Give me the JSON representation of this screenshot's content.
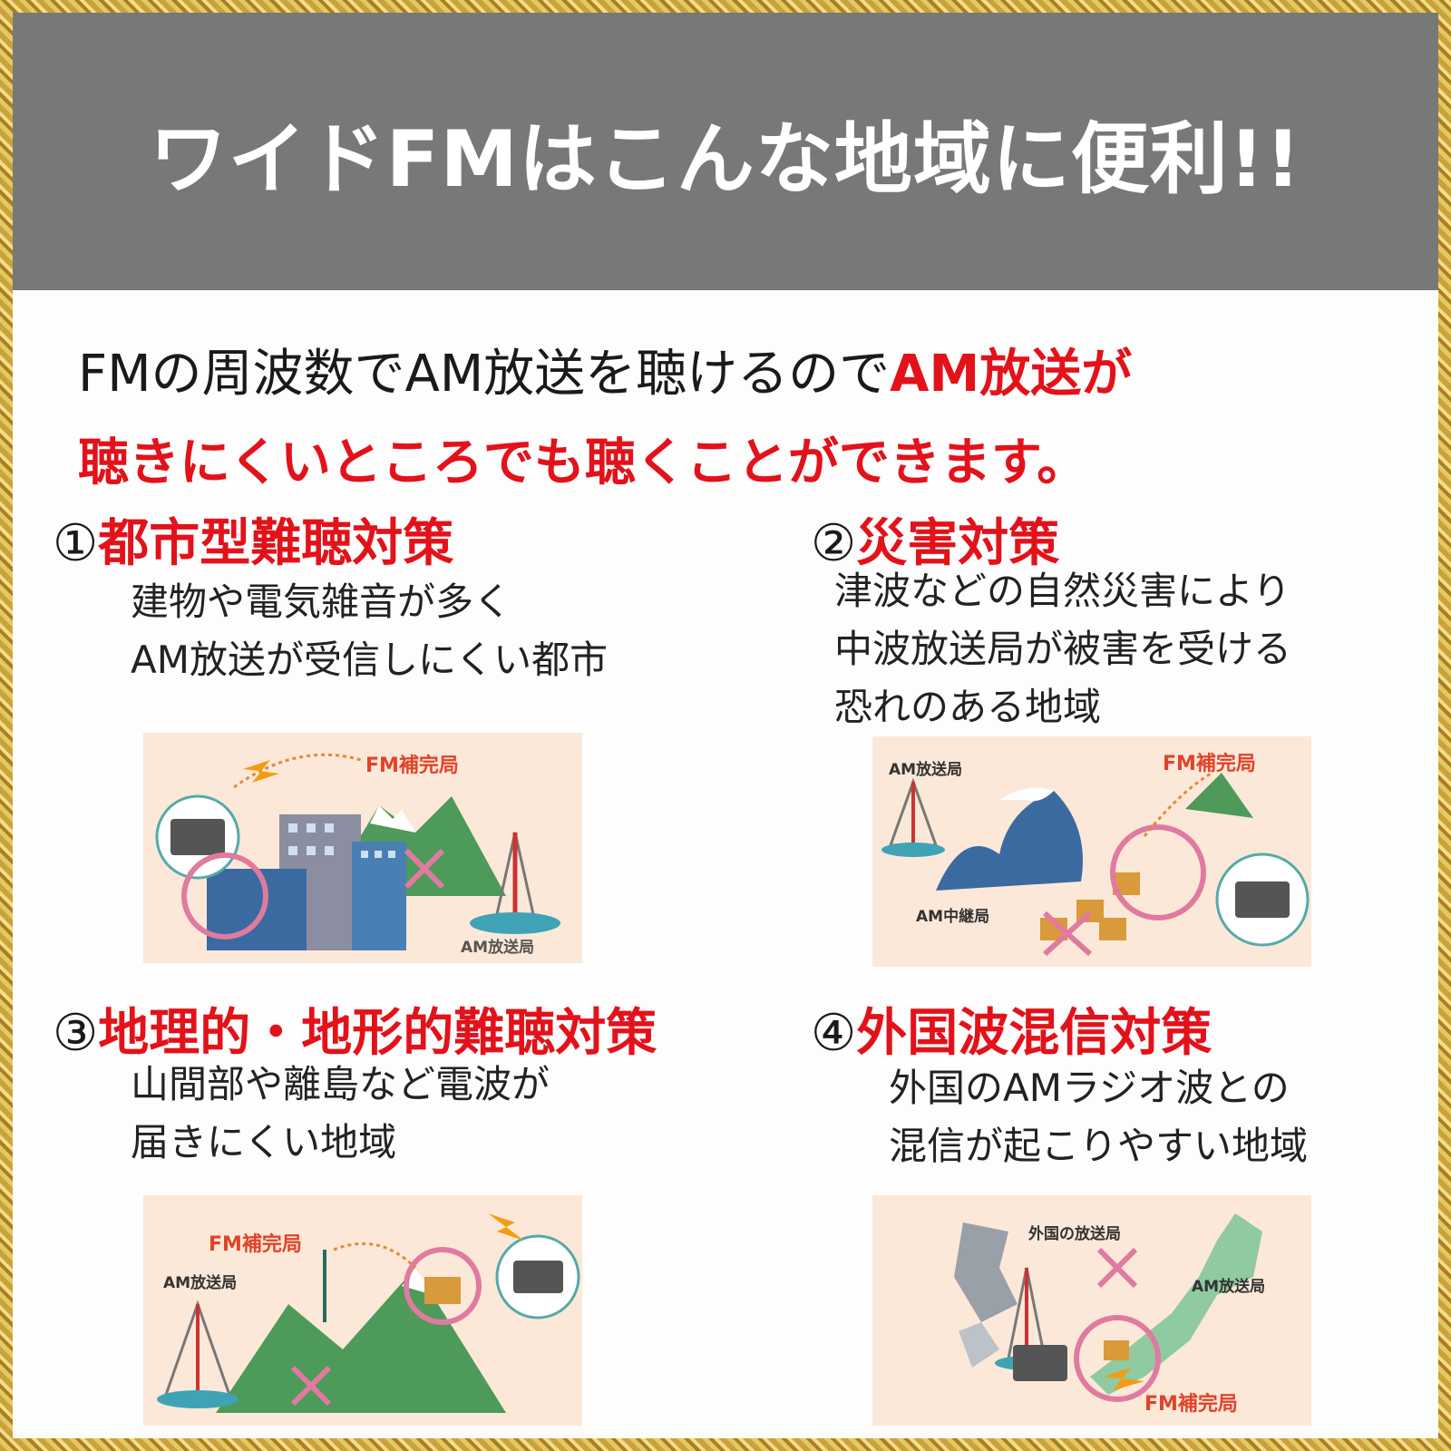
{
  "banner": {
    "title": "ワイドFMはこんな地域に便利!!"
  },
  "intro": {
    "part1": "FMの周波数でAM放送を聴けるので",
    "part2_red": "AM放送が",
    "line2_red": "聴きにくいところでも聴くことができます。"
  },
  "sections": [
    {
      "number": "①",
      "title": "都市型難聴対策",
      "lines": [
        "建物や電気雑音が多く",
        "AM放送が受信しにくい都市"
      ],
      "illustration": {
        "labels": [
          "FM補完局",
          "AM放送局"
        ]
      }
    },
    {
      "number": "②",
      "title": "災害対策",
      "lines": [
        "津波などの自然災害により",
        "中波放送局が被害を受ける",
        "恐れのある地域"
      ],
      "illustration": {
        "labels": [
          "AM放送局",
          "FM補完局",
          "AM中継局"
        ]
      }
    },
    {
      "number": "③",
      "title": "地理的・地形的難聴対策",
      "lines": [
        "山間部や離島など電波が",
        "届きにくい地域"
      ],
      "illustration": {
        "labels": [
          "FM補完局",
          "AM放送局"
        ]
      }
    },
    {
      "number": "④",
      "title": "外国波混信対策",
      "lines": [
        "外国のAMラジオ波との",
        "混信が起こりやすい地域"
      ],
      "illustration": {
        "labels": [
          "外国の放送局",
          "AM放送局",
          "FM補完局"
        ]
      }
    }
  ],
  "colors": {
    "accent_red": "#e3121a",
    "banner_gray": "#787878",
    "illustration_bg": "#fce8d8",
    "gold_frame": "#c9a23a"
  }
}
